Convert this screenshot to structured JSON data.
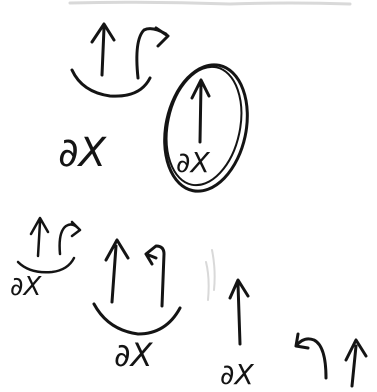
{
  "labels": {
    "upper_left": "∂X",
    "upper_circled": "∂X",
    "lower_small": "∂X",
    "lower_middle": "∂X",
    "lower_right": "∂X"
  },
  "colors": {
    "ink": "#141414",
    "paper": "#ffffff",
    "smudge": "#d9d9d9"
  }
}
